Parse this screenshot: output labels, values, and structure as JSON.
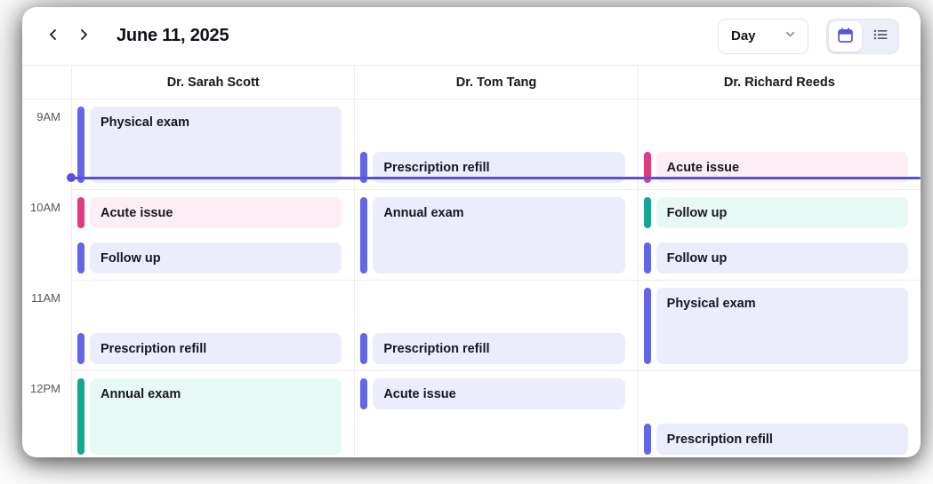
{
  "header": {
    "title": "June 11, 2025",
    "prev_icon": "chevron-left",
    "next_icon": "chevron-right",
    "view_select": {
      "value": "Day",
      "icon": "chevron-down"
    },
    "view_toggle": {
      "options": [
        {
          "name": "calendar-view",
          "icon": "calendar",
          "active": true
        },
        {
          "name": "list-view",
          "icon": "list",
          "active": false
        }
      ]
    }
  },
  "colors": {
    "indigo": {
      "bar": "#6366e8",
      "bg": "#ecedfb"
    },
    "pink": {
      "bar": "#e23a80",
      "bg": "#fceef4"
    },
    "teal": {
      "bar": "#15a796",
      "bg": "#e7f9f4"
    },
    "now": "#5551da",
    "gridline": "#ededf1"
  },
  "time_gutter": {
    "labels": [
      "9AM",
      "10AM",
      "11AM",
      "12PM"
    ]
  },
  "day_start": "9:00",
  "columns": [
    {
      "name": "Dr. Sarah Scott",
      "events": [
        {
          "title": "Physical exam",
          "color": "indigo",
          "start": "9:00",
          "end": "10:00"
        },
        {
          "title": "Acute issue",
          "color": "pink",
          "start": "10:00",
          "end": "10:30"
        },
        {
          "title": "Follow up",
          "color": "indigo",
          "start": "10:30",
          "end": "11:00"
        },
        {
          "title": "Prescription refill",
          "color": "indigo",
          "start": "11:30",
          "end": "12:00"
        },
        {
          "title": "Annual exam",
          "color": "teal",
          "start": "12:00",
          "end": "13:00"
        }
      ]
    },
    {
      "name": "Dr. Tom Tang",
      "events": [
        {
          "title": "Prescription refill",
          "color": "indigo",
          "start": "9:30",
          "end": "10:00"
        },
        {
          "title": "Annual exam",
          "color": "indigo",
          "start": "10:00",
          "end": "11:00"
        },
        {
          "title": "Prescription refill",
          "color": "indigo",
          "start": "11:30",
          "end": "12:00"
        },
        {
          "title": "Acute issue",
          "color": "indigo",
          "start": "12:00",
          "end": "12:30"
        }
      ]
    },
    {
      "name": "Dr. Richard Reeds",
      "events": [
        {
          "title": "Acute issue",
          "color": "pink",
          "start": "9:30",
          "end": "10:00"
        },
        {
          "title": "Follow up",
          "color": "teal",
          "start": "10:00",
          "end": "10:30"
        },
        {
          "title": "Follow up",
          "color": "indigo",
          "start": "10:30",
          "end": "11:00"
        },
        {
          "title": "Physical exam",
          "color": "indigo",
          "start": "11:00",
          "end": "12:00"
        },
        {
          "title": "Prescription refill",
          "color": "indigo",
          "start": "12:30",
          "end": "13:00"
        }
      ]
    }
  ],
  "now_indicator": {
    "time": "9:52"
  }
}
